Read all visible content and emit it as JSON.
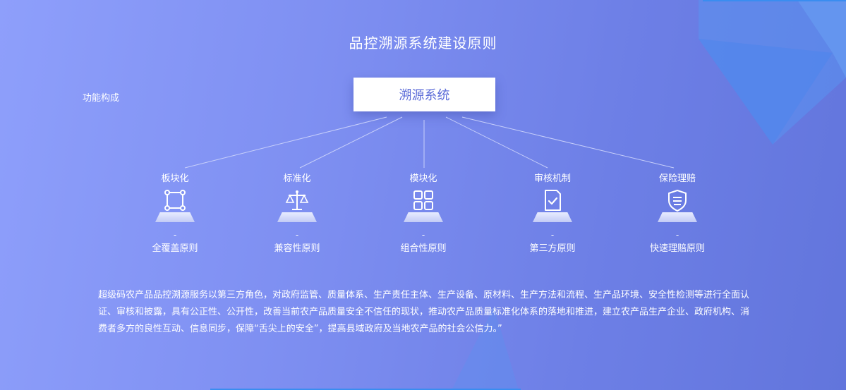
{
  "title": "品控溯源系统建设原则",
  "side_label": "功能构成",
  "root": "溯源系统",
  "nodes": [
    {
      "label": "板块化",
      "icon": "square-frame-icon",
      "dash": "-",
      "sub": "全覆盖原则"
    },
    {
      "label": "标准化",
      "icon": "scale-icon",
      "dash": "-",
      "sub": "兼容性原则"
    },
    {
      "label": "模块化",
      "icon": "grid-modules-icon",
      "dash": "-",
      "sub": "组合性原则"
    },
    {
      "label": "审核机制",
      "icon": "checked-document-icon",
      "dash": "-",
      "sub": "第三方原则"
    },
    {
      "label": "保险理赔",
      "icon": "shield-icon",
      "dash": "-",
      "sub": "快速理赔原则"
    }
  ],
  "description": "超级码农产品品控溯源服务以第三方角色，对政府监管、质量体系、生产责任主体、生产设备、原材料、生产方法和流程、生产品环境、安全性检测等进行全面认证、审核和披露，具有公正性、公开性，改善当前农产品质量安全不信任的现状，推动农产品质量标准化体系的落地和推进，建立农产品生产企业、政府机构、消费者多方的良性互动、信息同步，保障“舌尖上的安全”，提高县域政府及当地农产品的社会公信力。”",
  "colors": {
    "accent": "#5b6bd8",
    "line": "#3a8df0"
  }
}
